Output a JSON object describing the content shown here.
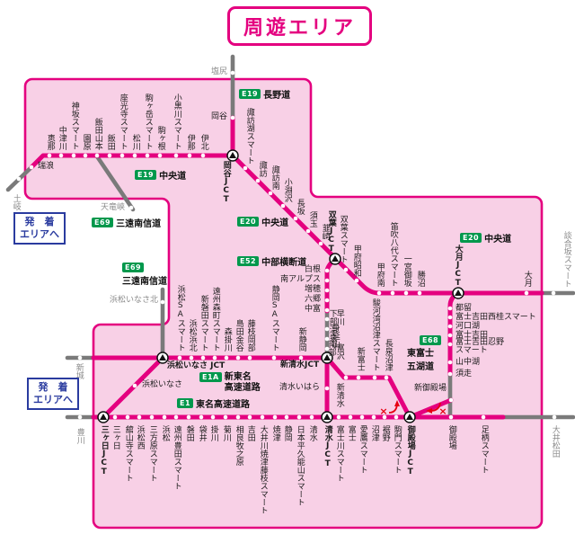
{
  "title": "周遊エリア",
  "legend": {
    "depart_line1": "発　着",
    "depart_line2": "エリアへ"
  },
  "restrictions": {
    "symbol": "×"
  },
  "road_labels": [
    {
      "id": "nagano",
      "badge": "E19",
      "name": "長野道"
    },
    {
      "id": "chuo-west",
      "badge": "E19",
      "name": "中央道"
    },
    {
      "id": "chuo-mid",
      "badge": "E20",
      "name": "中央道"
    },
    {
      "id": "chubu-odan",
      "badge": "E52",
      "name": "中部横断道"
    },
    {
      "id": "chuo-east",
      "badge": "E20",
      "name": "中央道"
    },
    {
      "id": "higashi-fuji",
      "badge": "E68",
      "name_line1": "東富士",
      "name_line2": "五湖道"
    },
    {
      "id": "san-en-north",
      "badge": "E69",
      "name": "三遠南信道"
    },
    {
      "id": "san-en-south",
      "badge": "E69",
      "name": "三遠南信道"
    },
    {
      "id": "shin-tomei",
      "badge": "E1A",
      "name_line1": "新東名",
      "name_line2": "高速道路"
    },
    {
      "id": "tomei",
      "badge": "E1",
      "name": "東名高速道路"
    }
  ],
  "lines": {
    "chuo_west": [
      "恵那",
      "中津川",
      "神坂スマート",
      "園原",
      "飯田山本",
      "飯田",
      "座光寺スマート",
      "松川",
      "駒ヶ岳スマート",
      "駒ヶ根",
      "小黒川スマート",
      "伊那",
      "伊北"
    ],
    "chuo_west_edge": [
      "瑞浪",
      "土岐"
    ],
    "nagano": [
      "岡谷",
      "塩尻"
    ],
    "chuo_east_diag": [
      "諏訪湖スマート",
      "諏訪",
      "諏訪南",
      "小淵沢",
      "長坂",
      "須玉",
      "韮崎",
      "双葉スマート",
      "甲府昭和"
    ],
    "chuo_east_horiz": [
      "甲府南",
      "笛吹八代スマート",
      "一宮御坂",
      "勝沼",
      "大月",
      "談合坂スマート"
    ],
    "chubu_odan": [
      "白根",
      "南アルプス",
      "増穂",
      "六郷",
      "中富"
    ],
    "chubu_odan_free": [
      "下部温泉早川",
      "身延山",
      "南部",
      "富沢"
    ],
    "higashi_fuji": [
      "都留",
      "富士吉田西桂スマート",
      "河口湖",
      "富士吉田",
      "富士吉田忍野スマート",
      "山中湖",
      "須走"
    ],
    "fuji_connector": [
      "新御殿場"
    ],
    "shin_tomei_west": [
      "浜松SAスマート",
      "浜松浜北",
      "新磐田スマート",
      "遠州森町スマート",
      "森掛川",
      "島田金谷",
      "藤枝岡部",
      "静岡SAスマート",
      "新静岡"
    ],
    "shin_tomei_east": [
      "新清水",
      "新富士",
      "駿河湾沼津スマート",
      "長泉沼津"
    ],
    "shin_tomei_outside": [
      "新城"
    ],
    "tomei_west": [
      "三ヶ日",
      "舘山寺スマート",
      "浜松西",
      "三方原スマート",
      "浜松",
      "遠州豊田スマート",
      "磐田",
      "袋井",
      "掛川",
      "菊川",
      "相良牧之原",
      "吉田",
      "大井川焼津藤枝スマート",
      "焼津",
      "静岡",
      "日本平久能山スマート",
      "清水"
    ],
    "tomei_east": [
      "富士川スマート",
      "富士",
      "愛鷹スマート",
      "沼津",
      "裾野",
      "駒門スマート",
      "御殿場",
      "足柄スマート"
    ],
    "tomei_outside": [
      "豊川",
      "大井松田"
    ],
    "inasa_renraku": [
      "浜松いなさ"
    ],
    "shimizu_renraku": [
      "清水いはら"
    ],
    "san_en": [
      "天竜峡",
      "浜松いなさ北"
    ],
    "junctions": [
      "岡谷JCT",
      "双葉JCT",
      "大月JCT",
      "新清水JCT",
      "清水JCT",
      "御殿場JCT",
      "浜松いなさ JCT",
      "三ヶ日JCT"
    ]
  },
  "colors": {
    "area_fill": "#f8d0e6",
    "route_pink": "#e4007f",
    "route_gray": "#7a7a7a",
    "badge_green": "#00984c",
    "restriction_red": "#e60012",
    "blue": "#2a3b9f"
  }
}
